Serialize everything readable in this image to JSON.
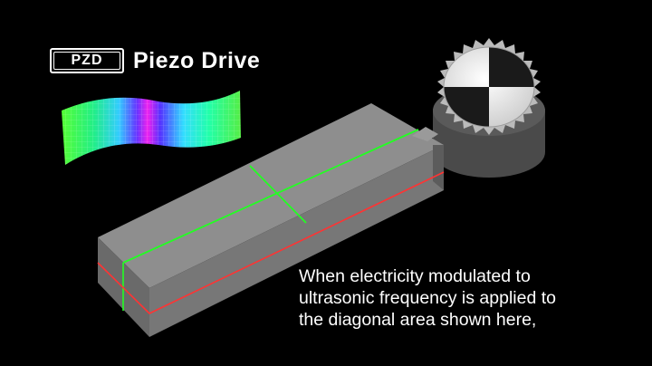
{
  "logo": {
    "mark": "PZD",
    "name": "Piezo Drive"
  },
  "caption": {
    "lines": [
      "When electricity  modulated to",
      "ultrasonic frequency is applied to",
      "the diagonal area shown here,"
    ]
  },
  "colors": {
    "background": "#000000",
    "bar_top": "#8c8c8c",
    "bar_front": "#767676",
    "bar_side": "#5e5e5e",
    "green_line": "#22ff22",
    "red_line": "#ff3333",
    "gear": "#e6e6e6"
  },
  "icons": {
    "logo_mark": "pzd-logo-icon",
    "gear": "gear-icon",
    "stress_plot": "stress-heatmap-icon"
  }
}
